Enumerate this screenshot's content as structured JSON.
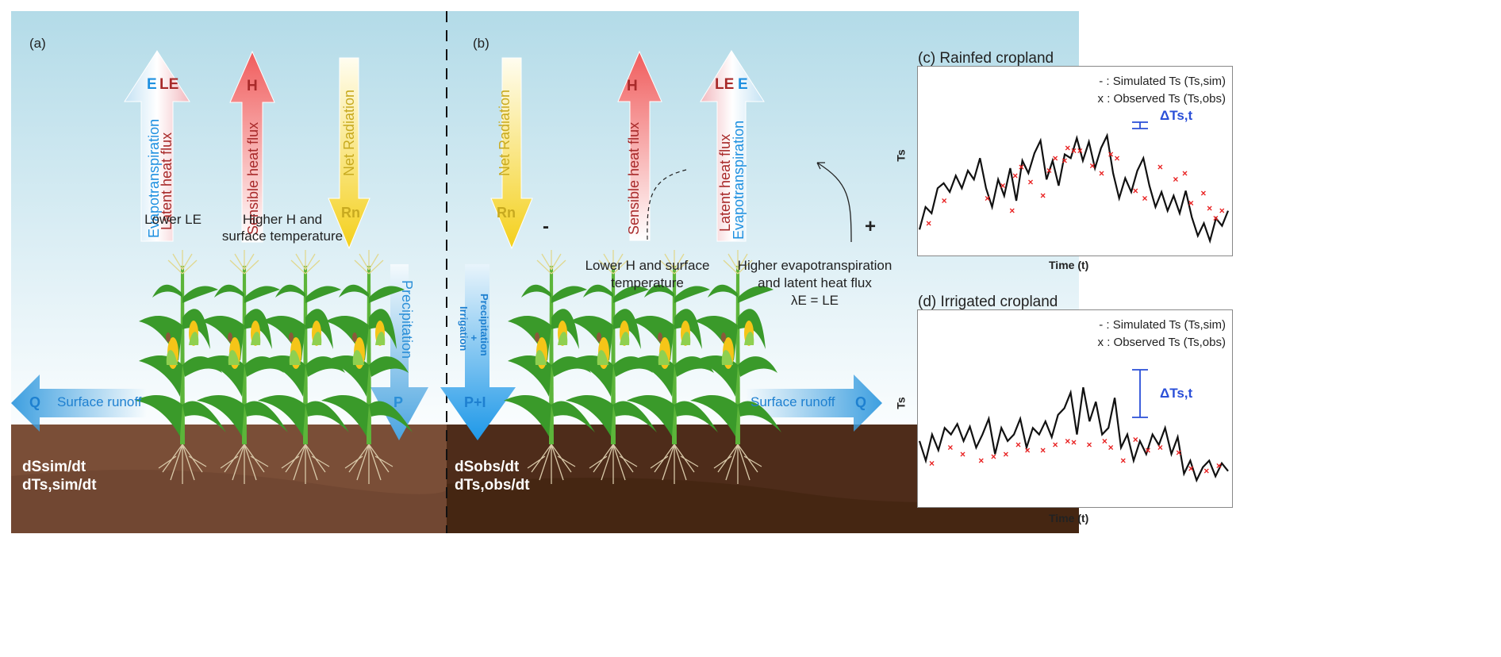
{
  "panel_a": {
    "label": "(a)",
    "le_arrow": {
      "e": "E",
      "le": "LE",
      "evap": "Evapotranspiration",
      "latent": "Latent heat flux"
    },
    "h_arrow": {
      "symbol": "H",
      "text": "Sensible heat flux"
    },
    "rn_arrow": {
      "symbol": "Rn",
      "text": "Net Radiation"
    },
    "lower_le": "Lower LE",
    "higher_h": [
      "Higher H and",
      "surface temperature"
    ],
    "precip": {
      "symbol": "P",
      "text": "Precipitation"
    },
    "runoff": {
      "symbol": "Q",
      "text": "Surface runoff"
    },
    "soil": [
      "dSsim/dt",
      "dTs,sim/dt"
    ]
  },
  "panel_b": {
    "label": "(b)",
    "rn_arrow": {
      "symbol": "Rn",
      "text": "Net Radiation"
    },
    "h_arrow": {
      "symbol": "H",
      "text": "Sensible heat flux"
    },
    "le_arrow": {
      "le": "LE",
      "e": "E",
      "latent": "Latent heat flux",
      "evap": "Evapotranspiration"
    },
    "minus": "-",
    "plus": "+",
    "lower_h": [
      "Lower H and surface",
      "temperature"
    ],
    "higher_et": [
      "Higher evapotranspiration",
      "and latent heat flux",
      "λE = LE"
    ],
    "pi": {
      "symbol": "P+I",
      "precip": "Precipitation",
      "plus": "+",
      "irr": "Irrigation"
    },
    "runoff": {
      "symbol": "Q",
      "text": "Surface runoff"
    },
    "soil": [
      "dSobs/dt",
      "dTs,obs/dt"
    ]
  },
  "colors": {
    "evap": "#1e90e0",
    "latent": "#a82a2a",
    "rn": "#d4b820",
    "delta": "#2a4fd8",
    "obs": "#e82020"
  },
  "chart_data": [
    {
      "type": "line",
      "title": "(c) Rainfed cropland",
      "xlabel": "Time (t)",
      "ylabel": "Ts",
      "legend": [
        "- : Simulated Ts (Ts,sim)",
        "x : Observed Ts (Ts,obs)"
      ],
      "legend_position": "top-right",
      "annotation": "ΔTs,t",
      "ylim": [
        0,
        1
      ],
      "sim": [
        0.15,
        0.33,
        0.28,
        0.48,
        0.52,
        0.45,
        0.58,
        0.48,
        0.62,
        0.55,
        0.72,
        0.48,
        0.33,
        0.55,
        0.42,
        0.64,
        0.38,
        0.7,
        0.6,
        0.76,
        0.86,
        0.55,
        0.7,
        0.5,
        0.75,
        0.72,
        0.88,
        0.7,
        0.85,
        0.64,
        0.8,
        0.9,
        0.6,
        0.4,
        0.56,
        0.45,
        0.62,
        0.72,
        0.5,
        0.33,
        0.45,
        0.3,
        0.42,
        0.28,
        0.46,
        0.25,
        0.1,
        0.2,
        0.06,
        0.24,
        0.18,
        0.3
      ],
      "obs": [
        [
          0.03,
          0.2
        ],
        [
          0.08,
          0.38
        ],
        [
          0.22,
          0.4
        ],
        [
          0.27,
          0.5
        ],
        [
          0.3,
          0.3
        ],
        [
          0.31,
          0.58
        ],
        [
          0.33,
          0.65
        ],
        [
          0.36,
          0.53
        ],
        [
          0.4,
          0.42
        ],
        [
          0.42,
          0.62
        ],
        [
          0.44,
          0.72
        ],
        [
          0.47,
          0.7
        ],
        [
          0.48,
          0.8
        ],
        [
          0.5,
          0.78
        ],
        [
          0.52,
          0.78
        ],
        [
          0.56,
          0.66
        ],
        [
          0.59,
          0.6
        ],
        [
          0.62,
          0.75
        ],
        [
          0.64,
          0.72
        ],
        [
          0.7,
          0.46
        ],
        [
          0.73,
          0.4
        ],
        [
          0.78,
          0.65
        ],
        [
          0.83,
          0.55
        ],
        [
          0.86,
          0.6
        ],
        [
          0.88,
          0.36
        ],
        [
          0.92,
          0.44
        ],
        [
          0.94,
          0.32
        ],
        [
          0.96,
          0.24
        ],
        [
          0.98,
          0.3
        ]
      ]
    },
    {
      "type": "line",
      "title": "(d) Irrigated cropland",
      "xlabel": "Time (t)",
      "ylabel": "Ts",
      "legend": [
        "- : Simulated Ts (Ts,sim)",
        "x : Observed Ts (Ts,obs)"
      ],
      "legend_position": "top-right",
      "annotation": "ΔTs,t",
      "ylim": [
        0,
        1
      ],
      "sim": [
        0.45,
        0.3,
        0.5,
        0.38,
        0.55,
        0.5,
        0.58,
        0.45,
        0.56,
        0.4,
        0.5,
        0.62,
        0.35,
        0.55,
        0.45,
        0.5,
        0.62,
        0.4,
        0.55,
        0.5,
        0.6,
        0.48,
        0.65,
        0.7,
        0.82,
        0.5,
        0.86,
        0.6,
        0.75,
        0.5,
        0.55,
        0.78,
        0.4,
        0.5,
        0.3,
        0.45,
        0.35,
        0.5,
        0.42,
        0.55,
        0.35,
        0.48,
        0.2,
        0.3,
        0.15,
        0.25,
        0.3,
        0.18,
        0.28,
        0.22
      ],
      "obs": [
        [
          0.04,
          0.28
        ],
        [
          0.1,
          0.4
        ],
        [
          0.14,
          0.35
        ],
        [
          0.2,
          0.3
        ],
        [
          0.24,
          0.33
        ],
        [
          0.28,
          0.35
        ],
        [
          0.32,
          0.42
        ],
        [
          0.35,
          0.38
        ],
        [
          0.4,
          0.38
        ],
        [
          0.44,
          0.42
        ],
        [
          0.48,
          0.45
        ],
        [
          0.5,
          0.44
        ],
        [
          0.55,
          0.42
        ],
        [
          0.6,
          0.45
        ],
        [
          0.62,
          0.4
        ],
        [
          0.66,
          0.3
        ],
        [
          0.7,
          0.46
        ],
        [
          0.74,
          0.38
        ],
        [
          0.78,
          0.4
        ],
        [
          0.84,
          0.36
        ],
        [
          0.88,
          0.24
        ],
        [
          0.93,
          0.22
        ],
        [
          0.97,
          0.26
        ]
      ]
    }
  ]
}
